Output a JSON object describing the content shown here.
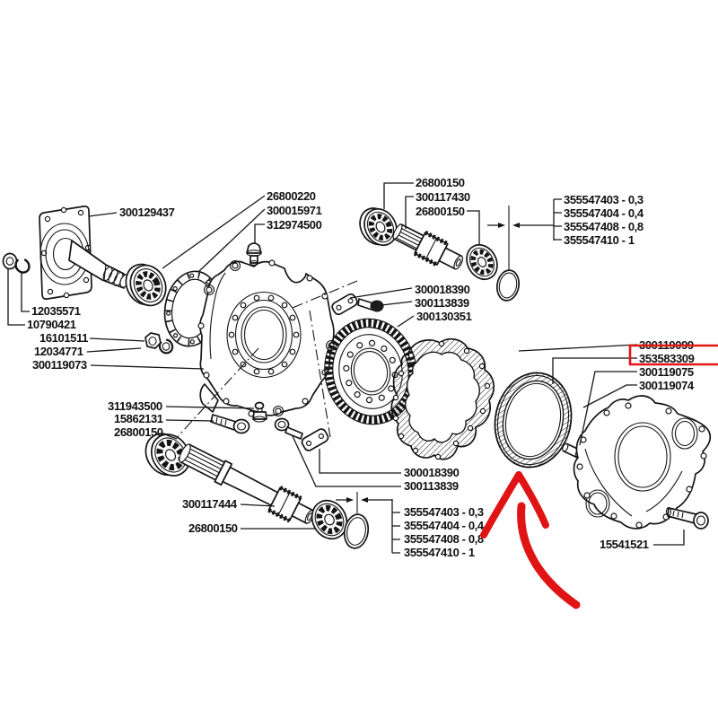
{
  "diagram": {
    "type": "exploded-parts-diagram",
    "background": "#ffffff",
    "line_color": "#151515",
    "highlight_color": "#e21616"
  },
  "parts": {
    "flange_plate": "300129437",
    "front_bearing": "26800220",
    "shim_ring_gasket": "300015971",
    "filler_plug": "312974500",
    "left_lock_nut": "12035571",
    "left_snap_ring": "10790421",
    "stud_nut": "16101511",
    "lock_washer": "12034771",
    "main_housing": "300119073",
    "input_bearing_front": "26800150",
    "input_shaft": "300117430",
    "input_bearing_rear": "26800150",
    "upper_lock_plate": "300018390",
    "upper_bolt": "300113839",
    "ring_gear": "300130351",
    "cover_gasket": "300119099",
    "seal_ring": "353583309",
    "dowel_bushing": "300119075",
    "end_cover": "300119074",
    "breather_valve": "311943500",
    "hex_bolt": "15862131",
    "axle_bearing_front": "26800150",
    "lower_lock_plate": "300018390",
    "lower_bolt": "300113839",
    "axle_shaft": "300117444",
    "axle_bearing_rear": "26800150",
    "cover_bolt": "15541521"
  },
  "shim_set_upper": [
    "355547403 - 0,3",
    "355547404 - 0,4",
    "355547408 - 0,8",
    "355547410 - 1"
  ],
  "shim_set_lower": [
    "355547403 - 0,3",
    "355547404 - 0,4",
    "355547408 - 0,8",
    "355547410 - 1"
  ],
  "annotations": {
    "red_box_part": "353583309",
    "red_arrow_target_part": "353583309"
  }
}
